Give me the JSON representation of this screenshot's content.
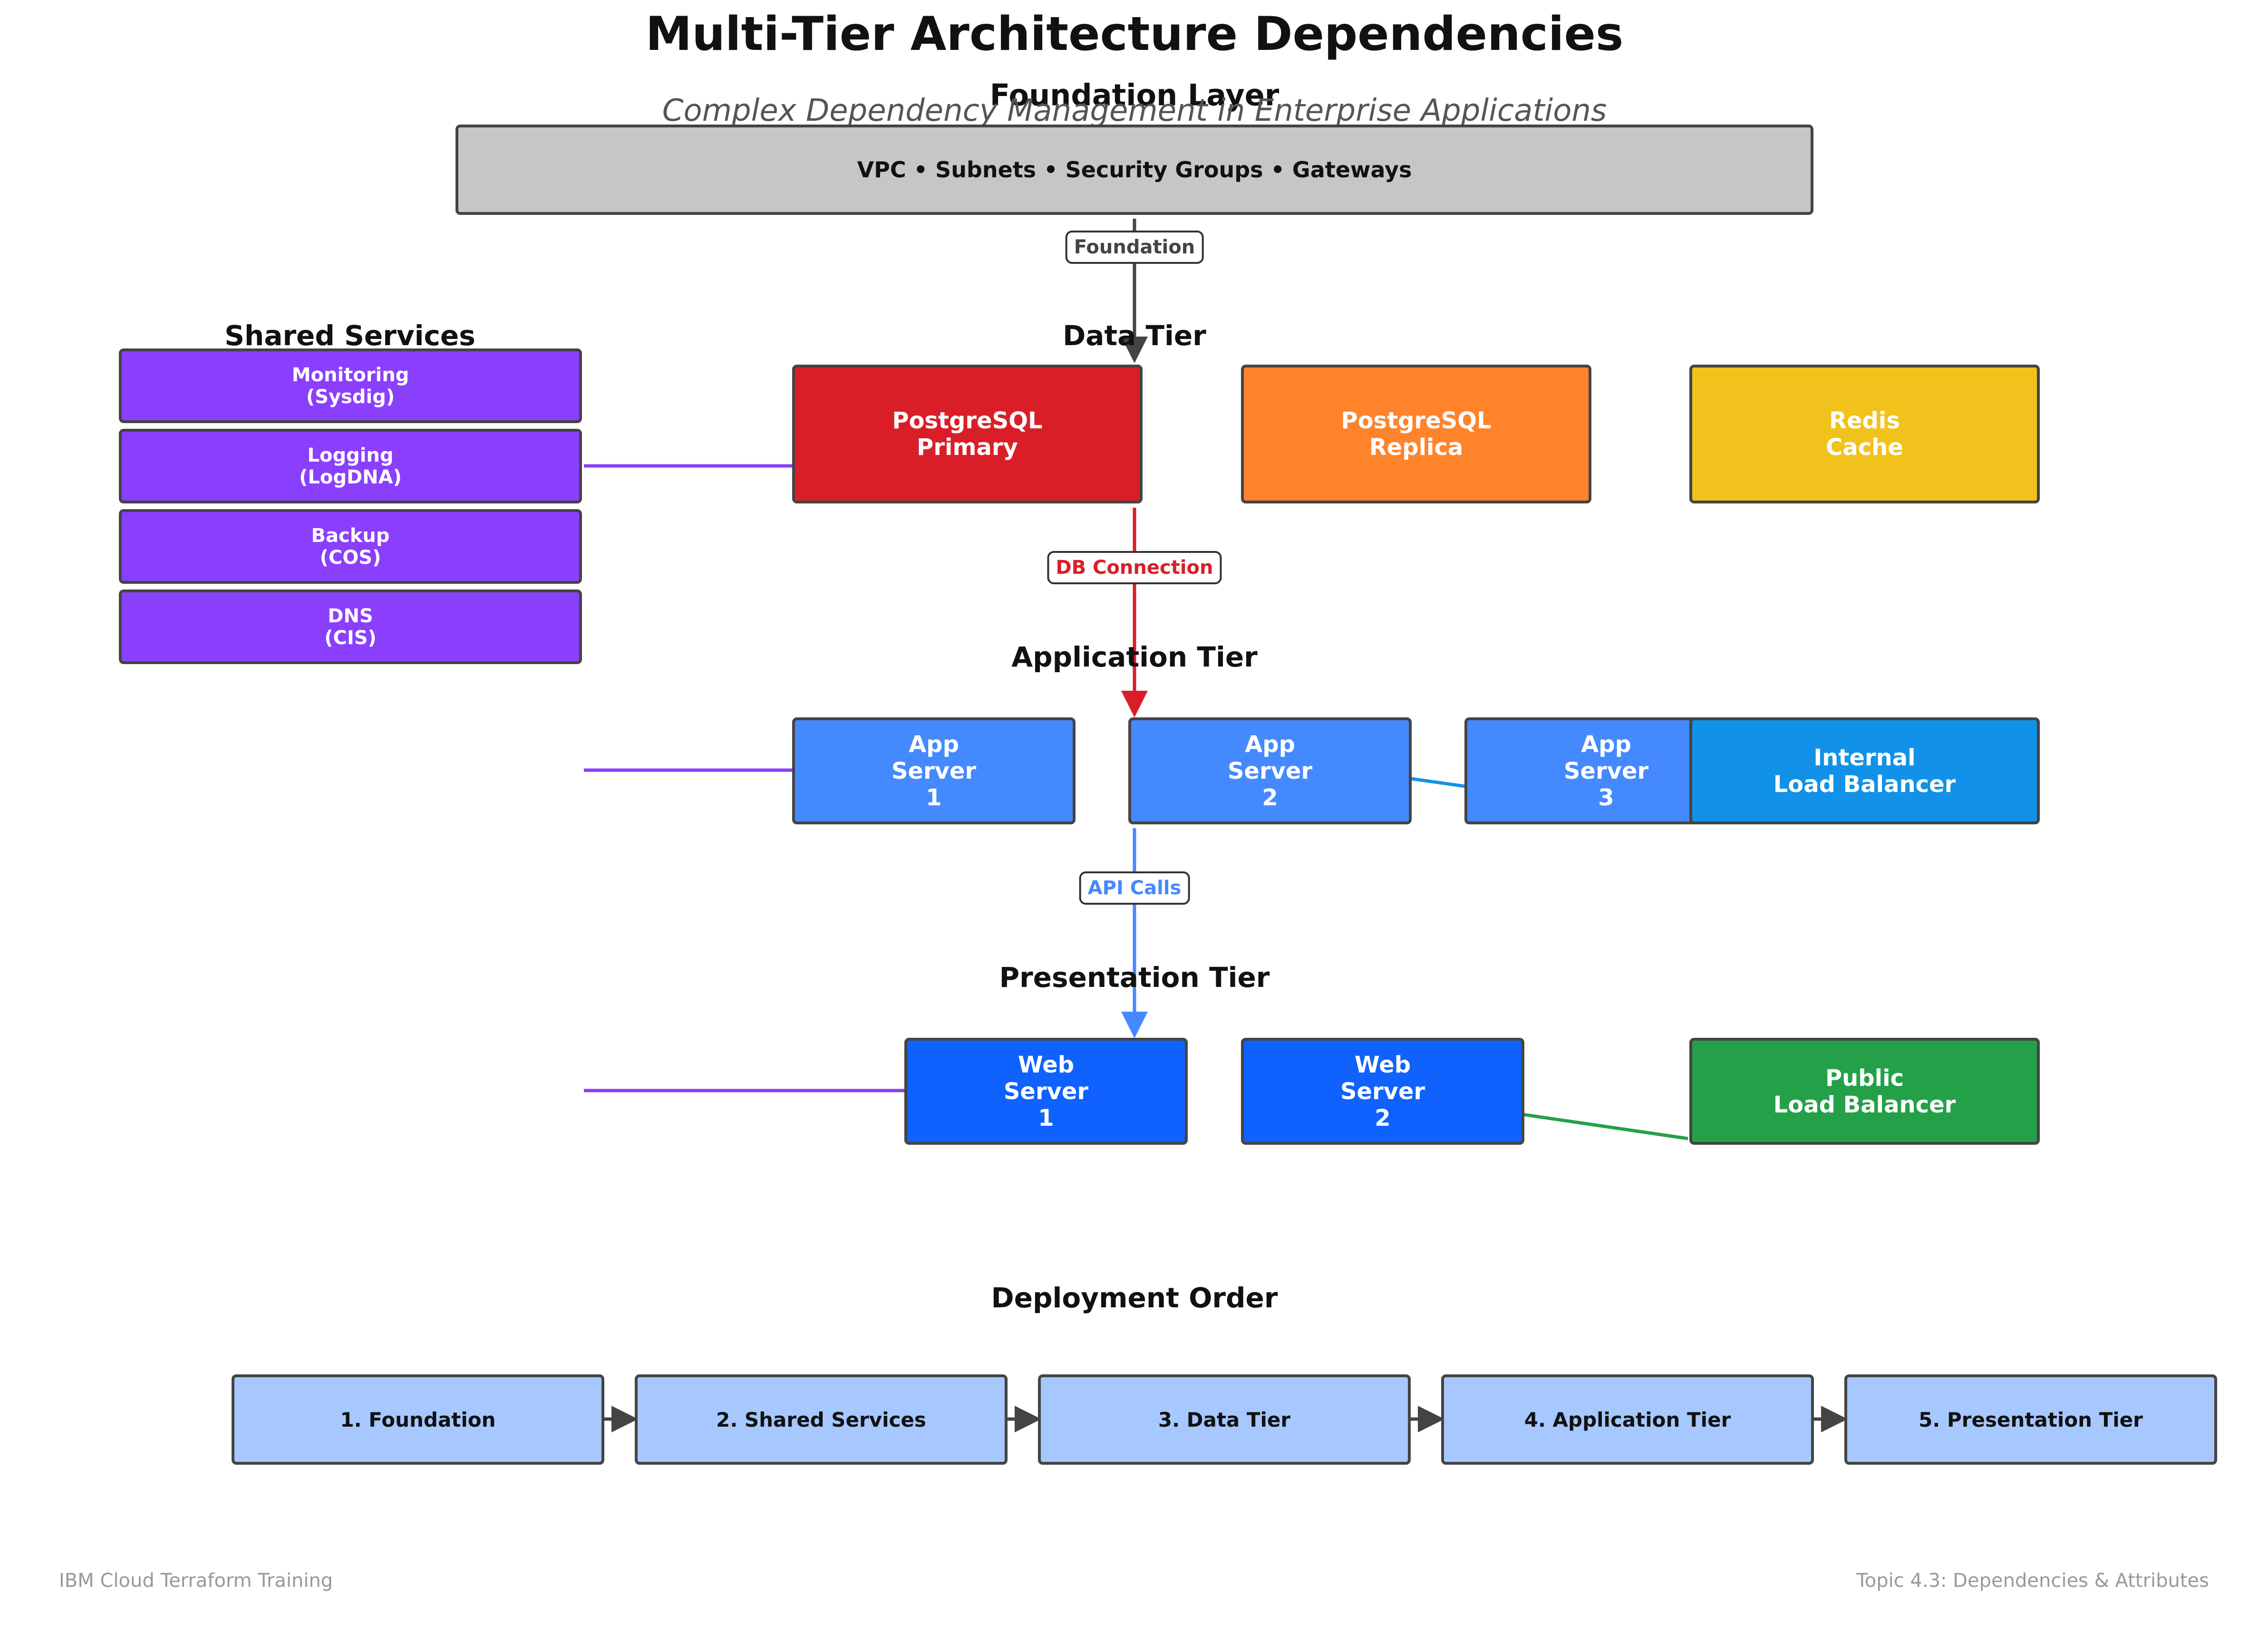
{
  "title": "Multi-Tier Architecture Dependencies",
  "subtitle": "Complex Dependency Management in Enterprise Applications",
  "headings": {
    "foundation": "Foundation Layer",
    "shared": "Shared Services",
    "data": "Data Tier",
    "application": "Application Tier",
    "presentation": "Presentation Tier",
    "deployment": "Deployment Order"
  },
  "foundation_box": "VPC • Subnets • Security Groups • Gateways",
  "shared_services": [
    "Monitoring\n(Sysdig)",
    "Logging\n(LogDNA)",
    "Backup\n(COS)",
    "DNS\n(CIS)"
  ],
  "data_tier": {
    "primary": "PostgreSQL\nPrimary",
    "replica": "PostgreSQL\nReplica",
    "cache": "Redis\nCache"
  },
  "application_tier": {
    "servers": [
      "App\nServer\n1",
      "App\nServer\n2",
      "App\nServer\n3"
    ],
    "load_balancer": "Internal\nLoad Balancer"
  },
  "presentation_tier": {
    "servers": [
      "Web\nServer\n1",
      "Web\nServer\n2"
    ],
    "load_balancer": "Public\nLoad Balancer"
  },
  "edge_labels": {
    "foundation": "Foundation",
    "db": "DB Connection",
    "api": "API Calls"
  },
  "deployment_steps": [
    "1. Foundation",
    "2. Shared Services",
    "3. Data Tier",
    "4. Application Tier",
    "5. Presentation Tier"
  ],
  "footer": {
    "left": "IBM Cloud Terraform Training",
    "right": "Topic 4.3: Dependencies & Attributes"
  },
  "colors": {
    "foundation": "#c6c6c6",
    "shared": "#8a3ffc",
    "postgres_primary": "#da1e28",
    "postgres_replica": "#ff832b",
    "redis": "#f1c21b",
    "app_server": "#4589ff",
    "internal_lb": "#1192e8",
    "web_server": "#0f62fe",
    "public_lb": "#24a148",
    "deploy_step": "#a6c8ff",
    "db_edge": "#da1e28",
    "api_edge": "#4589ff",
    "foundation_edge": "#444444"
  }
}
